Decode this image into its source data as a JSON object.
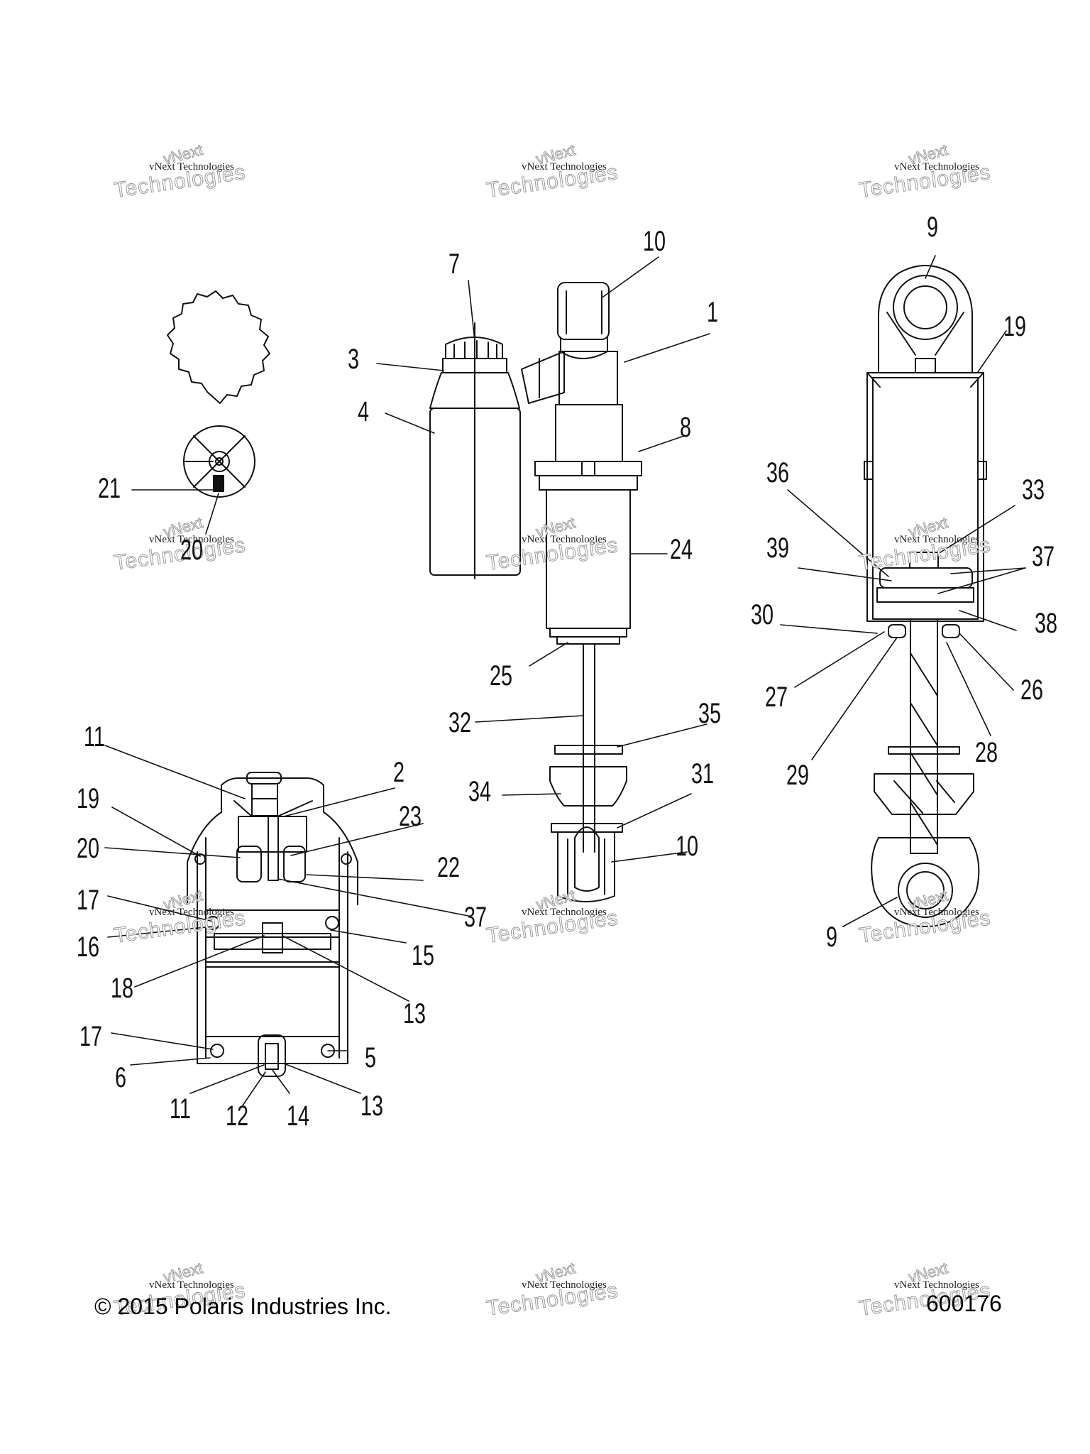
{
  "footer": {
    "copyright": "© 2015 Polaris Industries Inc.",
    "diagram_id": "600176"
  },
  "watermark": {
    "top": "vNext",
    "middle": "vNext Technologies",
    "bottom": "Technologies"
  },
  "callouts": {
    "c1": "1",
    "c2": "2",
    "c3": "3",
    "c4": "4",
    "c5": "5",
    "c6": "6",
    "c7": "7",
    "c8": "8",
    "c9a": "9",
    "c9b": "9",
    "c10a": "10",
    "c10b": "10",
    "c11a": "11",
    "c11b": "11",
    "c12": "12",
    "c13a": "13",
    "c13b": "13",
    "c14": "14",
    "c15": "15",
    "c16": "16",
    "c17a": "17",
    "c17b": "17",
    "c18": "18",
    "c19a": "19",
    "c19b": "19",
    "c20a": "20",
    "c20b": "20",
    "c21": "21",
    "c22": "22",
    "c23": "23",
    "c24": "24",
    "c25": "25",
    "c26": "26",
    "c27": "27",
    "c28": "28",
    "c29": "29",
    "c30": "30",
    "c31": "31",
    "c32": "32",
    "c33": "33",
    "c34": "34",
    "c35": "35",
    "c36": "36",
    "c37a": "37",
    "c37b": "37",
    "c38": "38",
    "c39": "39"
  }
}
